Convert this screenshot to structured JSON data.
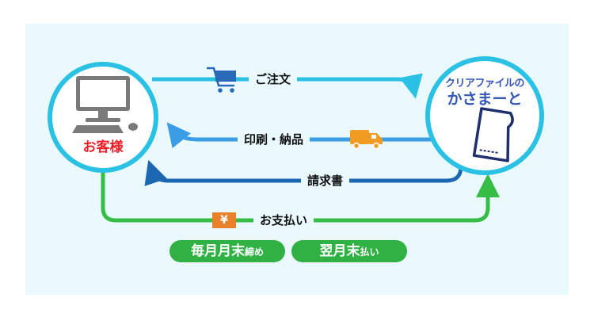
{
  "customer": {
    "label": "お客様",
    "label_color": "#ee1c25"
  },
  "company": {
    "line1": "クリアファイルの",
    "line2": "かさまーと",
    "label_color": "#3557b4"
  },
  "flows": {
    "order": "ご注文",
    "delivery": "印刷・納品",
    "invoice": "請求書",
    "payment": "お支払い"
  },
  "payment_terms": {
    "closing_main": "毎月月末",
    "closing_small": "締め",
    "payment_main": "翌月末",
    "payment_small": "払い"
  },
  "yen_symbol": "¥",
  "icons": {
    "customer": "desktop-computer-icon",
    "order": "shopping-cart-icon",
    "delivery": "delivery-truck-icon",
    "company": "clear-file-icon"
  },
  "colors": {
    "background_panel": "#eaf9fd",
    "circle_ring": "#2bc1e4",
    "order_arrow": "#2bc1e4",
    "delivery_arrow": "#3a9de6",
    "invoice_arrow": "#1d66b2",
    "payment_arrow": "#36bd45",
    "pill_green": "#2fb144",
    "yen_box": "#e8812a",
    "truck": "#f29b22",
    "cart": "#2869b8"
  }
}
